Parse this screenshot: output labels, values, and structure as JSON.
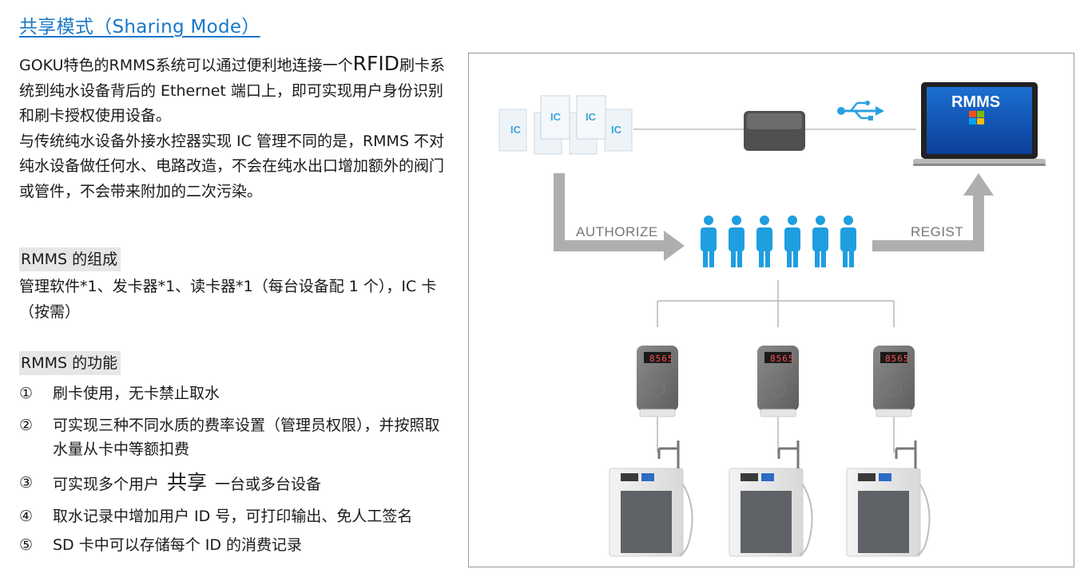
{
  "heading": "共享模式（Sharing Mode）",
  "intro": {
    "line1_pre": "GOKU特色的RMMS系统可以通过便利地连接一个",
    "line1_big": "RFID",
    "line1_post": "刷卡系统到纯水设备背后的 Ethernet 端口上，即可实现用户身份识别和刷卡授权使用设备。",
    "line2": "与传统纯水设备外接水控器实现 IC 管理不同的是，RMMS 不对纯水设备做任何水、电路改造，不会在纯水出口增加额外的阀门或管件，不会带来附加的二次污染。"
  },
  "composition": {
    "label": "RMMS 的组成",
    "text": "管理软件*1、发卡器*1、读卡器*1（每台设备配 1 个），IC 卡（按需）"
  },
  "functions": {
    "label": "RMMS 的功能",
    "items": [
      {
        "num": "①",
        "text": "刷卡使用，无卡禁止取水"
      },
      {
        "num": "②",
        "text": "可实现三种不同水质的费率设置（管理员权限），并按照取水量从卡中等额扣费"
      },
      {
        "num": "③",
        "pre": "可实现多个用户",
        "big": "共享",
        "post": "一台或多台设备"
      },
      {
        "num": "④",
        "text": "取水记录中增加用户 ID 号，可打印输出、免人工签名"
      },
      {
        "num": "⑤",
        "text": "SD 卡中可以存储每个 ID 的消费记录"
      }
    ]
  },
  "diagram": {
    "card_label": "IC",
    "authorize_label": "AUTHORIZE",
    "regist_label": "REGIST",
    "laptop_label": "RMMS",
    "reader_display": "8565",
    "accent_blue": "#1f9ee0",
    "arrow_gray": "#aeaeae"
  }
}
